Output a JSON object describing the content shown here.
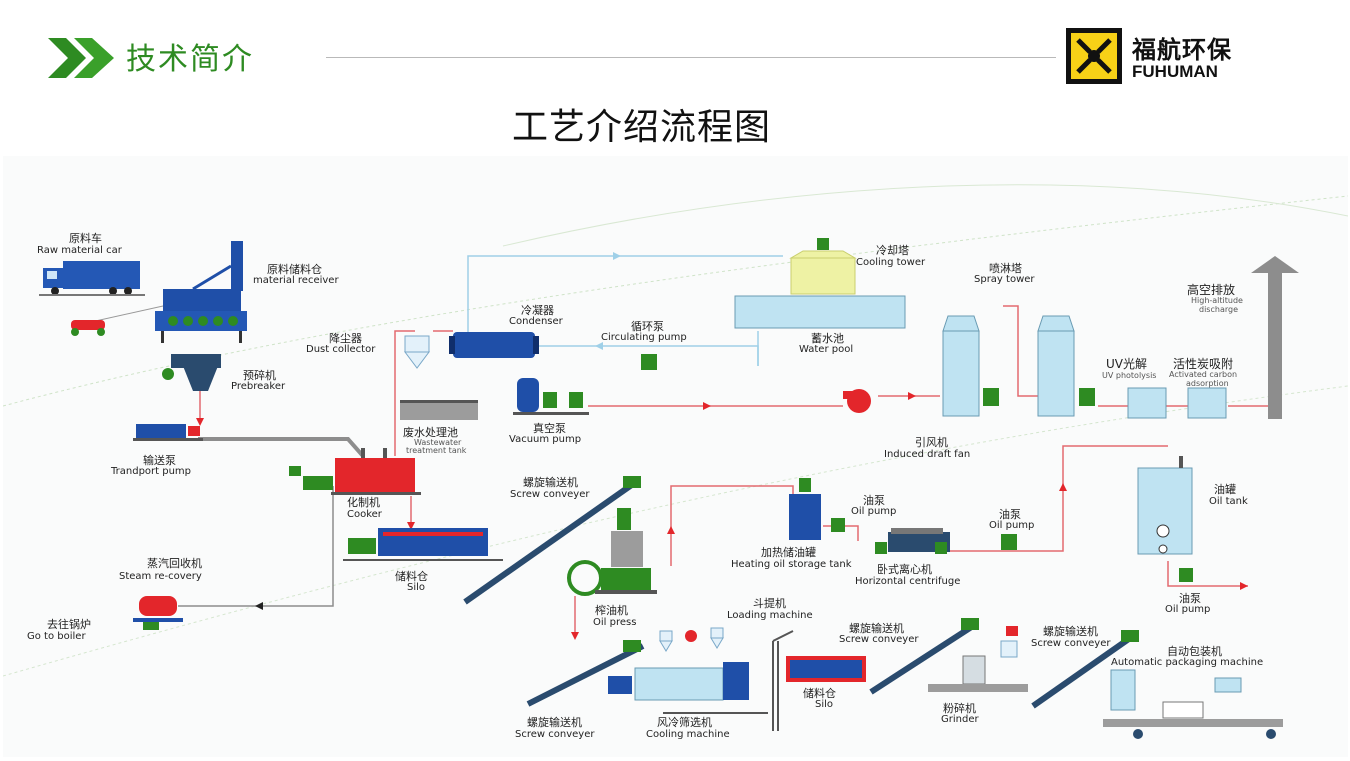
{
  "header": {
    "section_title": "技术简介",
    "main_title": "工艺介绍流程图"
  },
  "logo": {
    "name_cn": "福航环保",
    "name_en": "FUHUMAN"
  },
  "labels": {
    "raw_car": {
      "cn": "原料车",
      "en": "Raw material car"
    },
    "receiver": {
      "cn": "原料储料仓",
      "en": "material receiver"
    },
    "prebreaker": {
      "cn": "预碎机",
      "en": "Prebreaker"
    },
    "transport_pump": {
      "cn": "输送泵",
      "en": "Trandport pump"
    },
    "dust_collector": {
      "cn": "降尘器",
      "en": "Dust collector"
    },
    "condenser": {
      "cn": "冷凝器",
      "en": "Condenser"
    },
    "circulating_pump": {
      "cn": "循环泵",
      "en": "Circulating pump"
    },
    "cooling_tower": {
      "cn": "冷却塔",
      "en": "Cooling tower"
    },
    "water_pool": {
      "cn": "蓄水池",
      "en": "Water pool"
    },
    "spray_tower": {
      "cn": "喷淋塔",
      "en": "Spray tower"
    },
    "high_discharge": {
      "cn": "高空排放",
      "en1": "High-altitude",
      "en2": "discharge"
    },
    "uv": {
      "cn": "UV光解",
      "en": "UV photolysis"
    },
    "carbon": {
      "cn": "活性炭吸附",
      "en1": "Activated carbon",
      "en2": "adsorption"
    },
    "wastewater": {
      "cn": "废水处理池",
      "en1": "Wastewater",
      "en2": "treatment tank"
    },
    "vacuum_pump": {
      "cn": "真空泵",
      "en": "Vacuum pump"
    },
    "draft_fan": {
      "cn": "引风机",
      "en": "Induced draft fan"
    },
    "cooker": {
      "cn": "化制机",
      "en": "Cooker"
    },
    "screw1": {
      "cn": "螺旋输送机",
      "en": "Screw conveyer"
    },
    "oil_pump1": {
      "cn": "油泵",
      "en": "Oil pump"
    },
    "oil_pump2": {
      "cn": "油泵",
      "en": "Oil pump"
    },
    "oil_tank": {
      "cn": "油罐",
      "en": "Oil tank"
    },
    "heating_tank": {
      "cn": "加热储油罐",
      "en": "Heating oil storage tank"
    },
    "centrifuge": {
      "cn": "卧式离心机",
      "en": "Horizontal centrifuge"
    },
    "oil_pump3": {
      "cn": "油泵",
      "en": "Oil pump"
    },
    "silo1": {
      "cn": "储料仓",
      "en": "Silo"
    },
    "steam_recovery": {
      "cn": "蒸汽回收机",
      "en": "Steam re-covery"
    },
    "boiler": {
      "cn": "去往锅炉",
      "en": "Go to boiler"
    },
    "oil_press": {
      "cn": "榨油机",
      "en": "Oil press"
    },
    "loading": {
      "cn": "斗提机",
      "en": "Loading machine"
    },
    "screw2": {
      "cn": "螺旋输送机",
      "en": "Screw conveyer"
    },
    "screw3": {
      "cn": "螺旋输送机",
      "en": "Screw conveyer"
    },
    "packaging": {
      "cn": "自动包装机",
      "en": "Automatic packaging machine"
    },
    "screw4": {
      "cn": "螺旋输送机",
      "en": "Screw conveyer"
    },
    "cooling_machine": {
      "cn": "风冷筛选机",
      "en": "Cooling machine"
    },
    "silo2": {
      "cn": "储料仓",
      "en": "Silo"
    },
    "grinder": {
      "cn": "粉碎机",
      "en": "Grinder"
    }
  },
  "colors": {
    "green": "#2e8b22",
    "blue": "#1f4fa8",
    "red": "#e3262b",
    "light_blue": "#bfe3f2",
    "yellow": "#eef2a4"
  }
}
